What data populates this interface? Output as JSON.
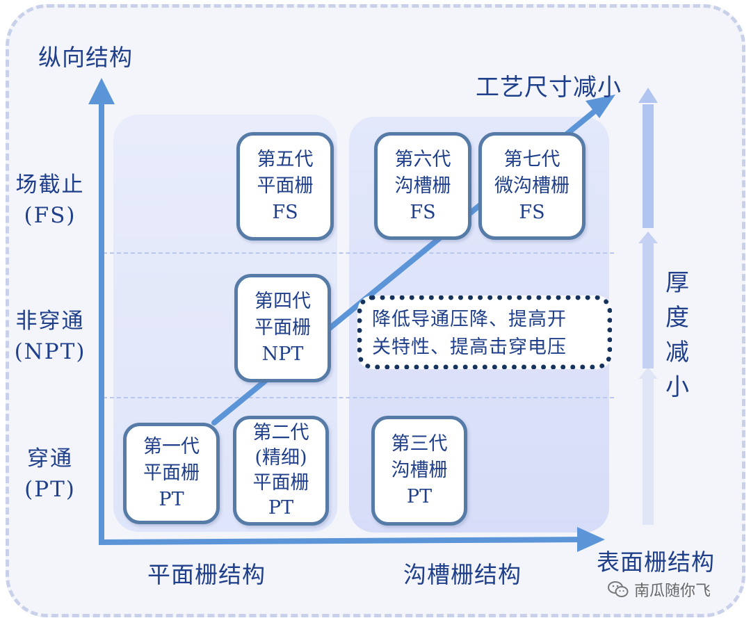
{
  "vertical_axis": {
    "label": "纵向结构"
  },
  "horizontal_axis": {
    "label": "表面栅结构"
  },
  "process_arrow": {
    "label": "工艺尺寸减小"
  },
  "thickness_arrow": {
    "label": "厚度减小"
  },
  "rows": {
    "fs": {
      "line1": "场截止",
      "line2": "(FS)"
    },
    "npt": {
      "line1": "非穿通",
      "line2": "(NPT)"
    },
    "pt": {
      "line1": "穿通",
      "line2": "(PT)"
    }
  },
  "columns": {
    "planar": {
      "label": "平面栅结构"
    },
    "trench": {
      "label": "沟槽栅结构"
    }
  },
  "generations": {
    "gen1": {
      "line1": "第一代",
      "line2": "平面栅",
      "line3": "PT"
    },
    "gen2": {
      "line1": "第二代",
      "line2": "(精细)",
      "line3": "平面栅",
      "line4": "PT"
    },
    "gen3": {
      "line1": "第三代",
      "line2": "沟槽栅",
      "line3": "PT"
    },
    "gen4": {
      "line1": "第四代",
      "line2": "平面栅",
      "line3": "NPT"
    },
    "gen5": {
      "line1": "第五代",
      "line2": "平面栅",
      "line3": "FS"
    },
    "gen6": {
      "line1": "第六代",
      "line2": "沟槽栅",
      "line3": "FS"
    },
    "gen7": {
      "line1": "第七代",
      "line2": "微沟槽栅",
      "line3": "FS"
    }
  },
  "note": {
    "line1": "降低导通压降、提高开",
    "line2": "关特性、提高击穿电压"
  },
  "watermark": {
    "text": "南瓜随你飞"
  },
  "colors": {
    "arrow": "#5b95d8",
    "box_border": "#557ba6",
    "text": "#1f3f8a",
    "note_border": "#16335e"
  }
}
